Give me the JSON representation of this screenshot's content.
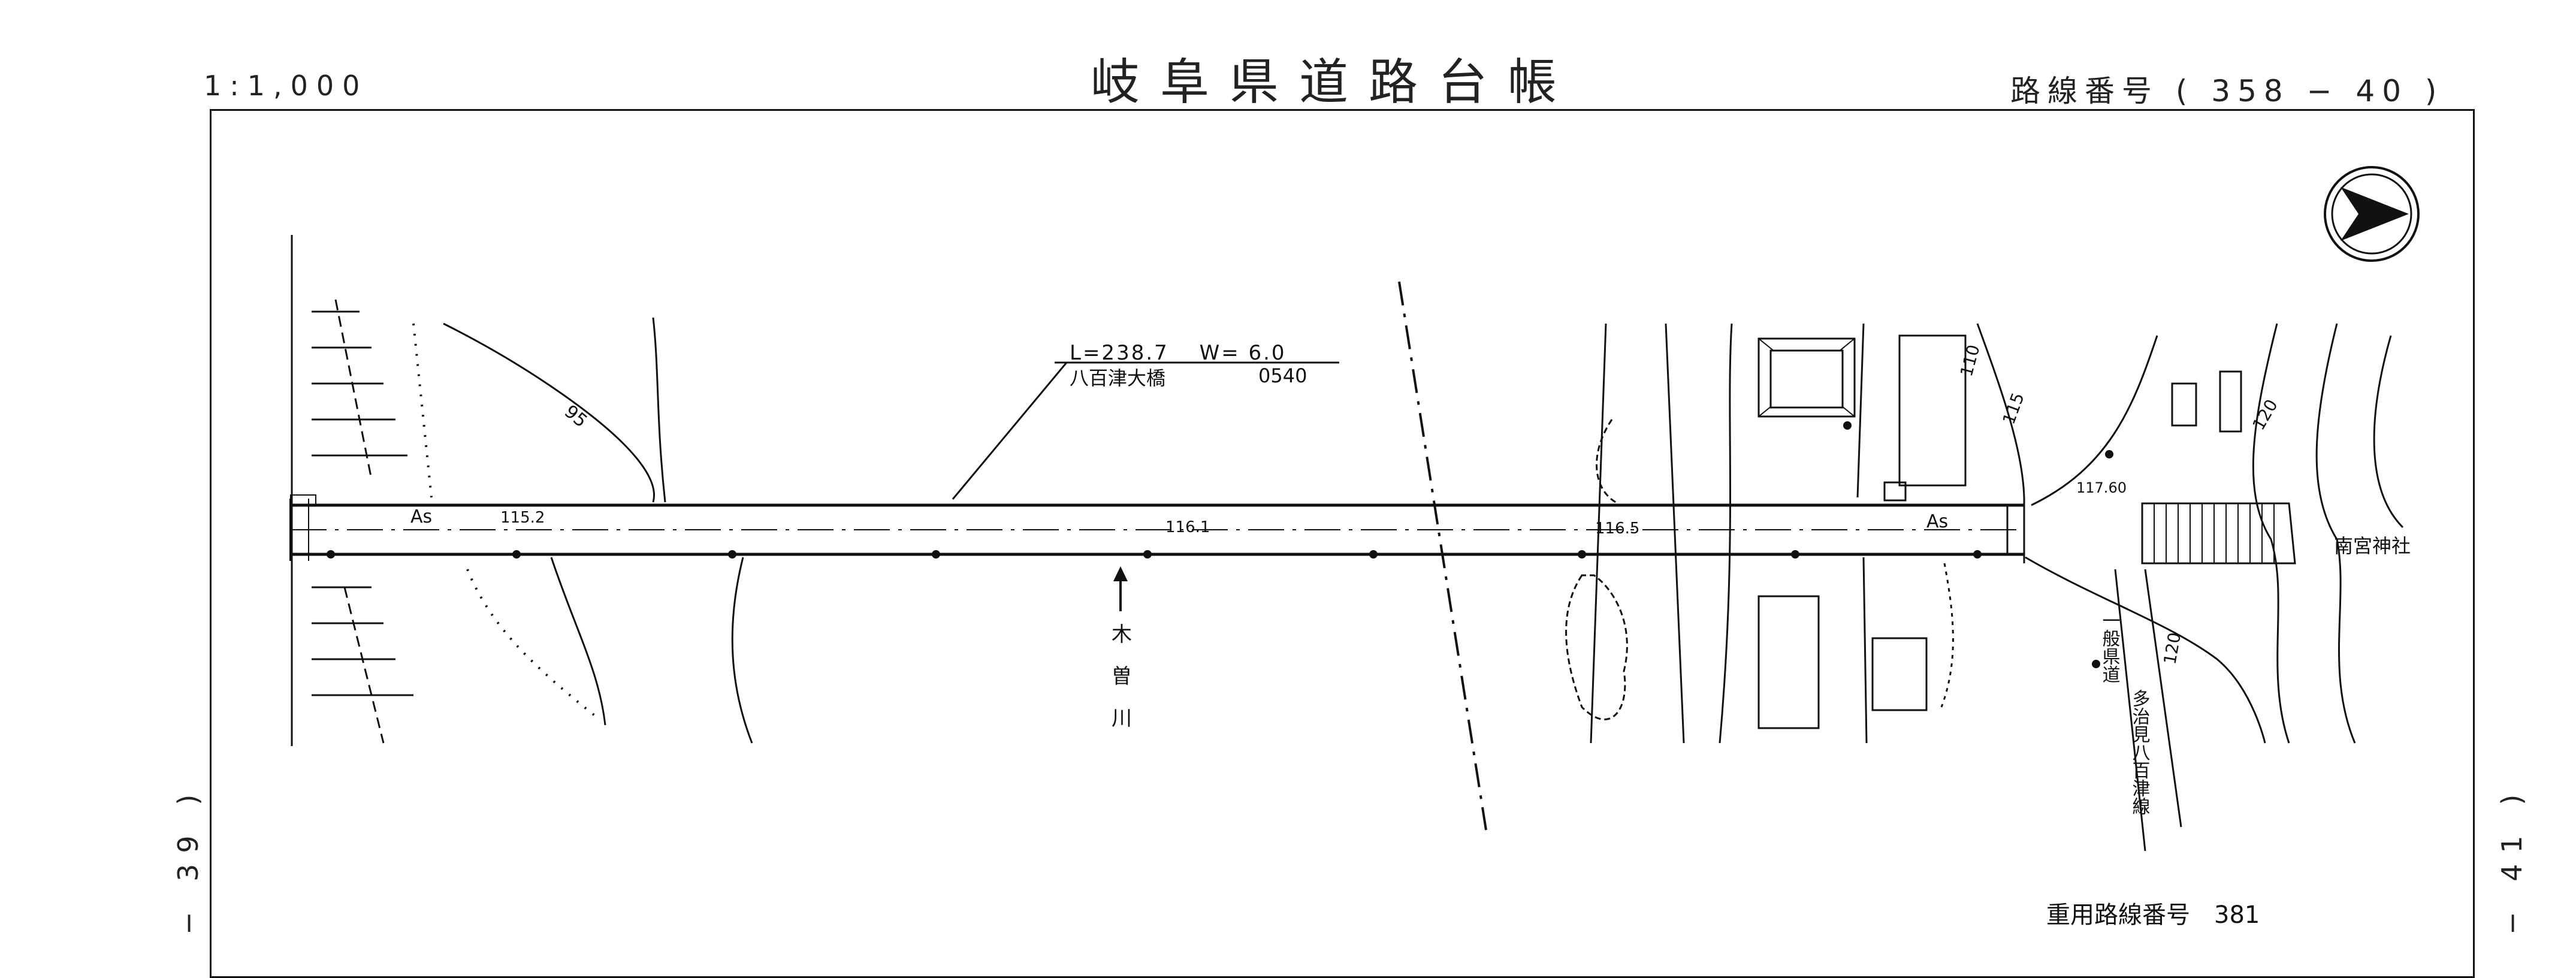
{
  "header": {
    "title": "岐阜県道路台帳",
    "scale": "1:1,000",
    "route_number": "路線番号 ( 358 − 40 )"
  },
  "sheet_refs": {
    "left": "− 39 )",
    "right": "− 41 )"
  },
  "footer": {
    "shared_route_number": "重用路線番号　381"
  },
  "bridge": {
    "dimensions": "L=238.7　 W= 6.0",
    "name": "八百津大橋",
    "code": "0540"
  },
  "map_labels": {
    "pavement_left": "As",
    "pavement_right": "As",
    "elev_1": "115.2",
    "elev_2": "116.1",
    "elev_3": "116.5",
    "elev_4": "117.60",
    "contour_95": "95",
    "contour_110": "110",
    "contour_115": "115",
    "contour_120_a": "120",
    "contour_120_b": "120",
    "river_1": "木",
    "river_2": "曽",
    "river_3": "川",
    "shrine": "南宮神社",
    "pref_road_a": "一般県道",
    "pref_road_b": "多治見八百津線"
  },
  "colors": {
    "line": "#111111",
    "background": "#ffffff"
  }
}
